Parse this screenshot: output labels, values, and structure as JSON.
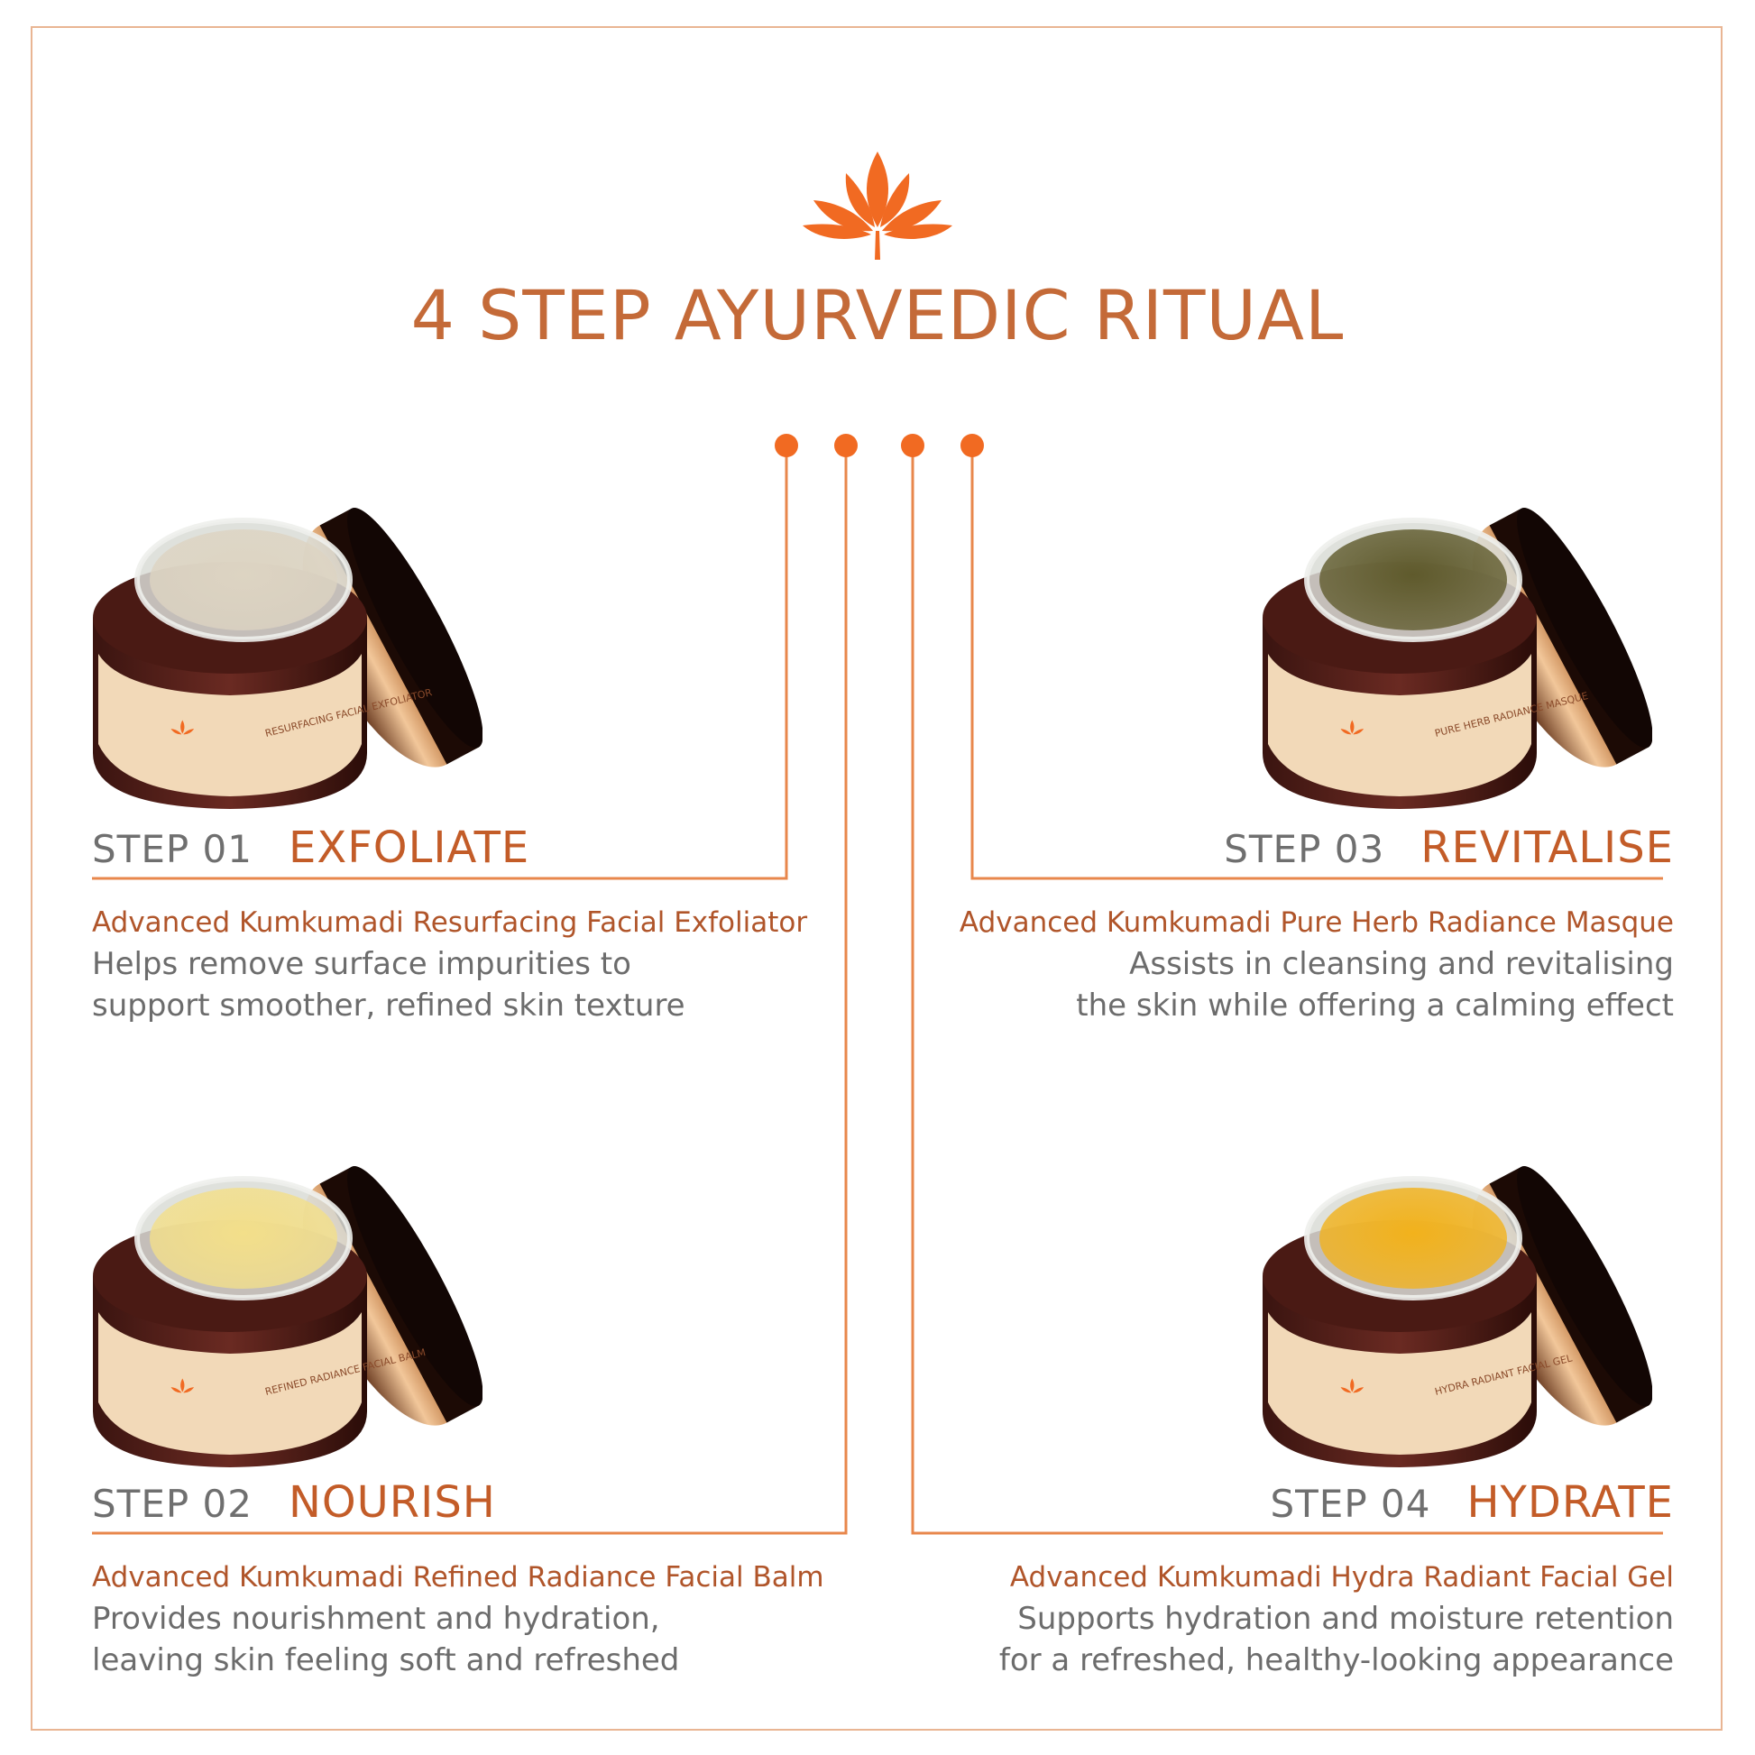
{
  "title": "4 STEP AYURVEDIC RITUAL",
  "colors": {
    "accent": "#f16a22",
    "heading": "#c46a38",
    "line": "#e8874c",
    "text": "#6c6c6c",
    "frame": "#e9b593"
  },
  "icons": {
    "top": "lotus-icon"
  },
  "steps": [
    {
      "num": "STEP 01",
      "name": "EXFOLIATE",
      "product": "Advanced Kumkumadi Resurfacing Facial Exfoliator",
      "desc1": "Helps remove surface impurities to",
      "desc2": "support smoother, refined skin texture",
      "jar_label": "RESURFACING FACIAL EXFOLIATOR",
      "cream": "#ddd4c2"
    },
    {
      "num": "STEP 02",
      "name": "NOURISH",
      "product": "Advanced Kumkumadi Refined Radiance Facial Balm",
      "desc1": "Provides nourishment and hydration,",
      "desc2": "leaving skin feeling soft and refreshed",
      "jar_label": "REFINED RADIANCE FACIAL BALM",
      "cream": "#f3df8a"
    },
    {
      "num": "STEP 03",
      "name": "REVITALISE",
      "product": "Advanced Kumkumadi Pure Herb Radiance Masque",
      "desc1": "Assists in cleansing and revitalising",
      "desc2": "the skin while offering a calming effect",
      "jar_label": "PURE HERB RADIANCE MASQUE",
      "cream": "#5f5a2c"
    },
    {
      "num": "STEP 04",
      "name": "HYDRATE",
      "product": "Advanced Kumkumadi Hydra Radiant Facial Gel",
      "desc1": "Supports hydration and moisture retention",
      "desc2": "for a refreshed, healthy-looking appearance",
      "jar_label": "HYDRA RADIANT FACIAL GEL",
      "cream": "#f2b21c"
    }
  ]
}
